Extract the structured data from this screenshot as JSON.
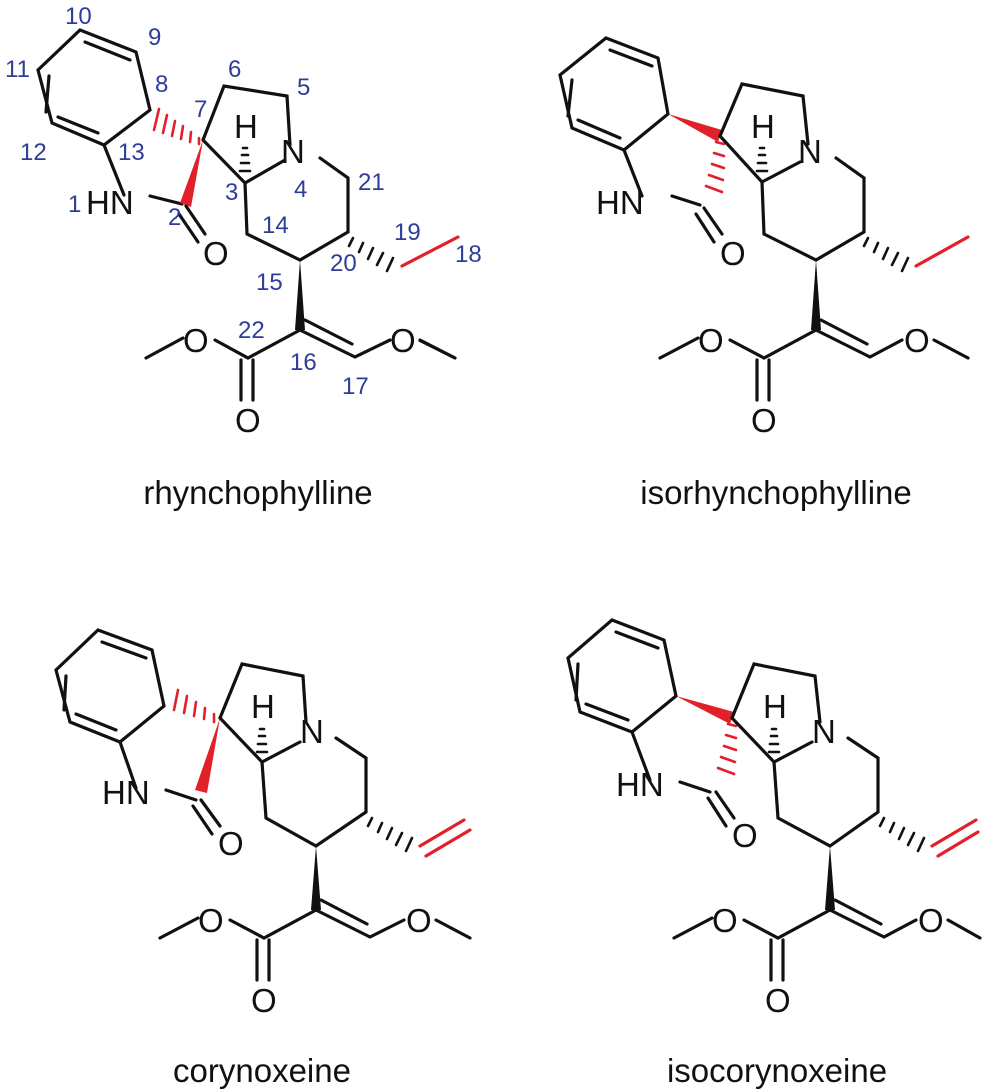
{
  "colors": {
    "bond": "#111111",
    "highlight": "#e2202a",
    "locant": "#2e3d9a",
    "label": "#111111"
  },
  "molecules": [
    {
      "name": "rhynchophylline",
      "atoms": {
        "NH": "HN",
        "O_amide": "O",
        "H": "H",
        "N": "N",
        "O_ester1": "O",
        "O_ester2": "O",
        "O_ether": "O"
      },
      "locants": [
        "1",
        "2",
        "3",
        "4",
        "5",
        "6",
        "7",
        "8",
        "9",
        "10",
        "11",
        "12",
        "13",
        "14",
        "15",
        "16",
        "17",
        "18",
        "19",
        "20",
        "21",
        "22"
      ]
    },
    {
      "name": "isorhynchophylline",
      "atoms": {
        "NH": "HN",
        "O_amide": "O",
        "H": "H",
        "N": "N",
        "O_ester1": "O",
        "O_ester2": "O",
        "O_ether": "O"
      }
    },
    {
      "name": "corynoxeine",
      "atoms": {
        "NH": "HN",
        "O_amide": "O",
        "H": "H",
        "N": "N",
        "O_ester1": "O",
        "O_ester2": "O",
        "O_ether": "O"
      }
    },
    {
      "name": "isocorynoxeine",
      "atoms": {
        "NH": "HN",
        "O_amide": "O",
        "H": "H",
        "N": "N",
        "O_ester1": "O",
        "O_ester2": "O",
        "O_ether": "O"
      }
    }
  ]
}
